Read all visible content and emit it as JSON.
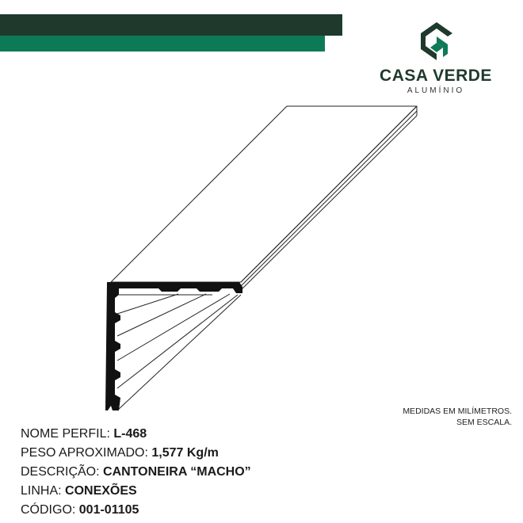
{
  "header": {
    "colors": {
      "dark_band": "#1f3a2d",
      "green_band": "#0d7a57"
    }
  },
  "logo": {
    "name": "CASA VERDE",
    "subtitle": "ALUMÍNIO",
    "icon": "casa-verde-logo-mark",
    "colors": {
      "primary": "#1f3a2d",
      "accent": "#0d7a57"
    }
  },
  "note": {
    "line1": "MEDIDAS EM MILÍMETROS.",
    "line2": "SEM ESCALA."
  },
  "specs": {
    "nome_perfil": {
      "label": "NOME PERFIL: ",
      "value": "L-468"
    },
    "peso": {
      "label": "PESO APROXIMADO: ",
      "value": "1,577 Kg/m"
    },
    "descricao": {
      "label": "DESCRIÇÃO: ",
      "value": "CANTONEIRA “MACHO”"
    },
    "linha": {
      "label": "LINHA: ",
      "value": "CONEXÕES"
    },
    "codigo": {
      "label": "CÓDIGO: ",
      "value": "001-01105"
    }
  }
}
